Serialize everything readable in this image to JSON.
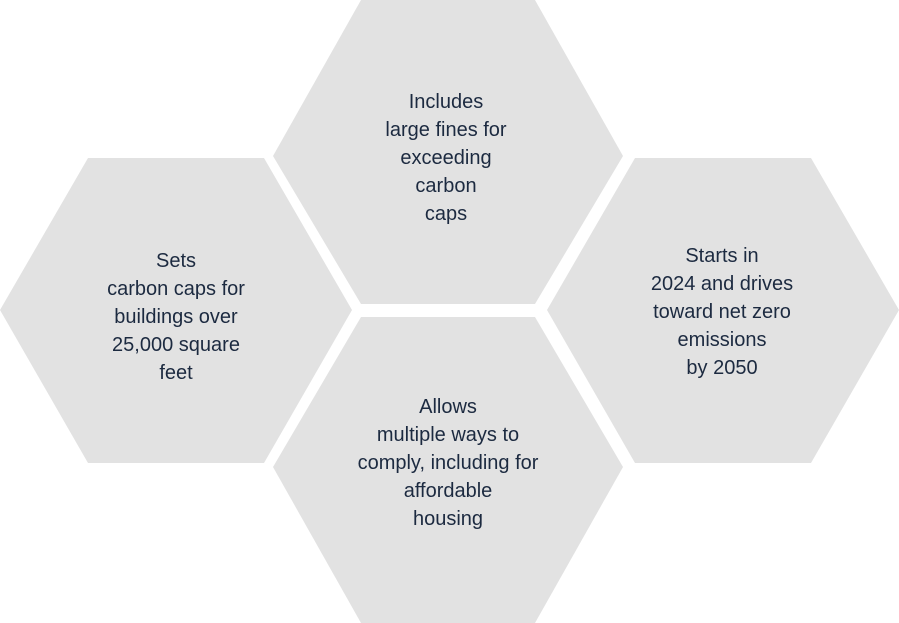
{
  "hexagons": [
    {
      "id": "top",
      "lines": [
        "Includes",
        "large fines for",
        "exceeding",
        "carbon",
        "caps"
      ]
    },
    {
      "id": "left",
      "lines": [
        "Sets",
        "carbon caps for",
        "buildings over",
        "25,000 square",
        "feet"
      ]
    },
    {
      "id": "right",
      "lines": [
        "Starts in",
        "2024 and drives",
        "toward net zero",
        "emissions",
        "by 2050"
      ]
    },
    {
      "id": "bottom",
      "lines": [
        "Allows",
        "multiple ways to",
        "comply, including for",
        "affordable",
        "housing"
      ]
    }
  ],
  "colors": {
    "hex_fill": "#e2e2e2",
    "text": "#1c2a40",
    "background": "#ffffff"
  }
}
